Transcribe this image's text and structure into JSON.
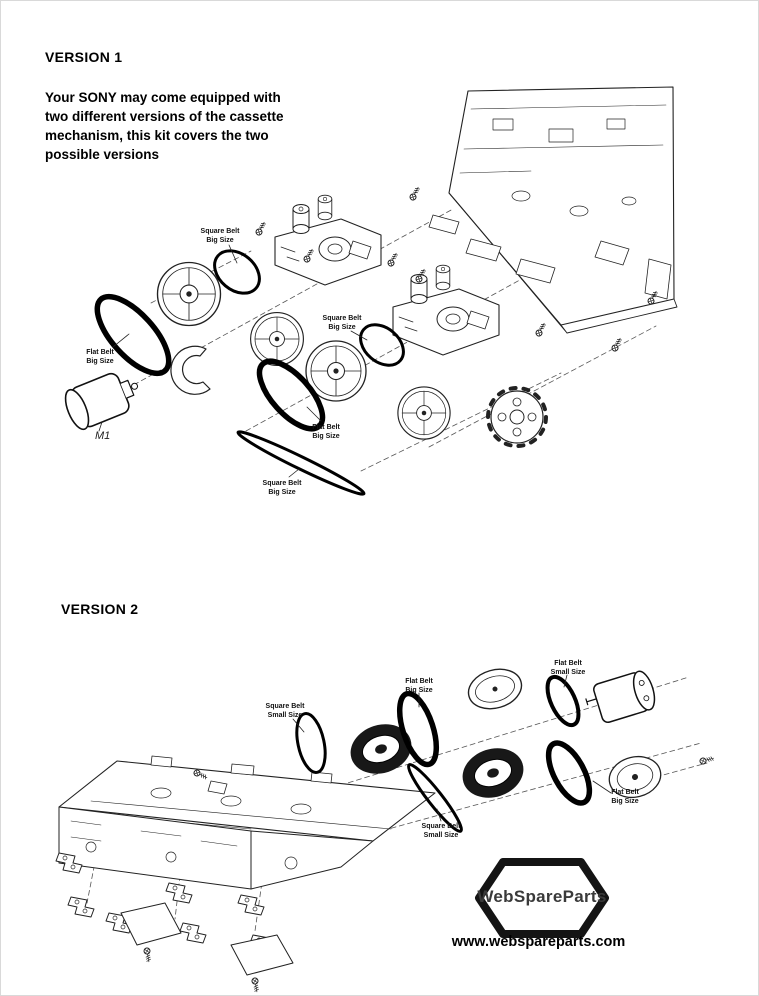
{
  "version1": {
    "title": "VERSION 1",
    "description": "Your SONY may come equipped with\ntwo different versions of the cassette\nmechanism, this kit covers the two\npossible versions",
    "motor_label": "M1",
    "labels": {
      "square_belt_big_top": "Square Belt\nBig Size",
      "flat_belt_big_left": "Flat Belt\nBig Size",
      "square_belt_big_mid": "Square Belt\nBig Size",
      "flat_belt_big_mid": "Flat Belt\nBig Size",
      "square_belt_big_bottom": "Square Belt\nBig Size"
    }
  },
  "version2": {
    "title": "VERSION 2",
    "labels": {
      "square_belt_small_top": "Square Belt\nSmall Size",
      "flat_belt_big_top": "Flat Belt\nBig Size",
      "flat_belt_small_top": "Flat Belt\nSmall Size",
      "square_belt_small_bottom": "Square Belt\nSmall Size",
      "flat_belt_big_right": "Flat Belt\nBig Size"
    }
  },
  "footer": {
    "brand": "WebSpareParts",
    "website": "www.webspareparts.com"
  },
  "colors": {
    "line": "#222222",
    "belt": "#000000",
    "background": "#ffffff",
    "brand_text": "#3a3a3a"
  }
}
